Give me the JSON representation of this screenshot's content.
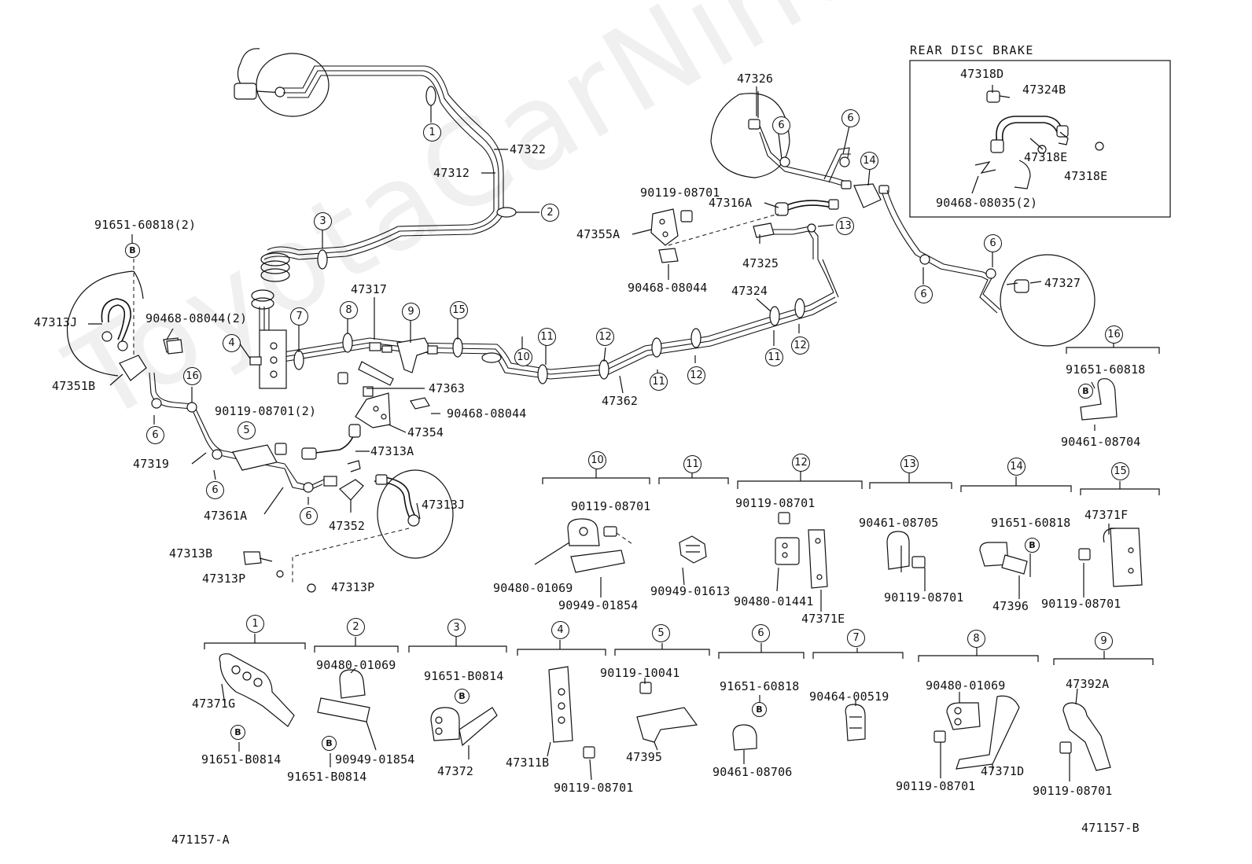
{
  "watermark": "ToyotaCarNine.ru",
  "inset": {
    "title": "REAR DISC BRAKE"
  },
  "footer": {
    "left_code": "471157-A",
    "right_code": "471157-B"
  },
  "part_labels": [
    "47322",
    "47312",
    "91651-60818(2)",
    "47313J",
    "90468-08044(2)",
    "47351B",
    "47317",
    "47363",
    "90119-08701(2)",
    "90468-08044",
    "47354",
    "47313A",
    "47319",
    "47361A",
    "47352",
    "47313J",
    "47313B",
    "47313P",
    "47313P",
    "47326",
    "90119-08701",
    "47316A",
    "47355A",
    "47325",
    "90468-08044",
    "47324",
    "47362",
    "47327",
    "47318D",
    "47324B",
    "47318E",
    "47318E",
    "90468-08035(2)",
    "91651-60818",
    "90461-08704",
    "90119-08701",
    "90480-01069",
    "90949-01854",
    "90949-01613",
    "90119-08701",
    "90480-01441",
    "47371E",
    "90461-08705",
    "90119-08701",
    "91651-60818",
    "47396",
    "47371F",
    "90119-08701",
    "90480-01069",
    "47371G",
    "91651-B0814",
    "90949-01854",
    "91651-B0814",
    "91651-B0814",
    "47372",
    "47311B",
    "90119-08701",
    "90119-10041",
    "47395",
    "91651-60818",
    "90461-08706",
    "90464-00519",
    "90480-01069",
    "90119-08701",
    "47371D",
    "47392A",
    "90119-08701"
  ],
  "callouts": [
    "1",
    "2",
    "3",
    "4",
    "7",
    "8",
    "9",
    "15",
    "10",
    "11",
    "12",
    "11",
    "12",
    "11",
    "12",
    "6",
    "16",
    "5",
    "6",
    "6",
    "6",
    "6",
    "14",
    "13",
    "6",
    "6",
    "16",
    "10",
    "11",
    "12",
    "13",
    "14",
    "15",
    "1",
    "2",
    "3",
    "4",
    "5",
    "6",
    "7",
    "8",
    "9"
  ],
  "bolt_marker": "B"
}
